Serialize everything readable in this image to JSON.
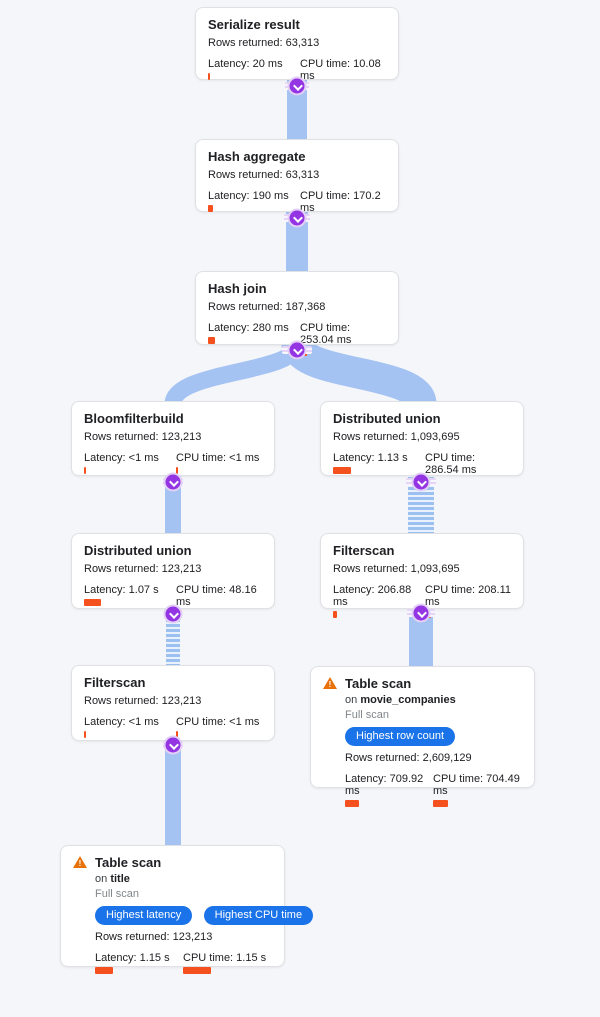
{
  "theme": {
    "background": "#f5f6fa",
    "flow_band_blue": "#a4c3f3",
    "collapse_purple": "#9435e4",
    "metric_bar_orange": "#f4511e",
    "badge_blue": "#1a73e8",
    "warning_orange": "#e8710a"
  },
  "icons": {
    "collapse": "chevron-down-icon",
    "warning": "warning-triangle-icon"
  },
  "nodes": {
    "serialize": {
      "title": "Serialize result",
      "rows": "Rows returned: 63,313",
      "latency": "Latency: 20 ms",
      "cpu": "CPU time: 10.08 ms",
      "latency_bar": 2,
      "cpu_bar": 2
    },
    "hash_aggregate": {
      "title": "Hash aggregate",
      "rows": "Rows returned: 63,313",
      "latency": "Latency: 190 ms",
      "cpu": "CPU time: 170.2 ms",
      "latency_bar": 5,
      "cpu_bar": 5
    },
    "hash_join": {
      "title": "Hash join",
      "rows": "Rows returned: 187,368",
      "latency": "Latency: 280 ms",
      "cpu": "CPU time: 253.04 ms",
      "latency_bar": 7,
      "cpu_bar": 7
    },
    "bloomfilterbuild": {
      "title": "Bloomfilterbuild",
      "rows": "Rows returned: 123,213",
      "latency": "Latency: <1 ms",
      "cpu": "CPU time: <1 ms",
      "latency_bar": 2,
      "cpu_bar": 2
    },
    "distributed_union_right": {
      "title": "Distributed union",
      "rows": "Rows returned: 1,093,695",
      "latency": "Latency: 1.13 s",
      "cpu": "CPU time: 286.54 ms",
      "latency_bar": 18,
      "cpu_bar": 7
    },
    "distributed_union_left": {
      "title": "Distributed union",
      "rows": "Rows returned: 123,213",
      "latency": "Latency: 1.07 s",
      "cpu": "CPU time: 48.16 ms",
      "latency_bar": 17,
      "cpu_bar": 3
    },
    "filterscan_right": {
      "title": "Filterscan",
      "rows": "Rows returned: 1,093,695",
      "latency": "Latency: 206.88 ms",
      "cpu": "CPU time: 208.11 ms",
      "latency_bar": 4,
      "cpu_bar": 6
    },
    "filterscan_left": {
      "title": "Filterscan",
      "rows": "Rows returned: 123,213",
      "latency": "Latency: <1 ms",
      "cpu": "CPU time: <1 ms",
      "latency_bar": 2,
      "cpu_bar": 2
    },
    "table_scan_right": {
      "title": "Table scan",
      "on_prefix": "on",
      "table": "movie_companies",
      "scan_type": "Full scan",
      "badges": [
        "Highest row count"
      ],
      "rows": "Rows returned: 2,609,129",
      "latency": "Latency: 709.92 ms",
      "cpu": "CPU time: 704.49 ms",
      "latency_bar": 14,
      "cpu_bar": 15
    },
    "table_scan_left": {
      "title": "Table scan",
      "on_prefix": "on",
      "table": "title",
      "scan_type": "Full scan",
      "badges": [
        "Highest latency",
        "Highest CPU time"
      ],
      "rows": "Rows returned: 123,213",
      "latency": "Latency: 1.15 s",
      "cpu": "CPU time: 1.15 s",
      "latency_bar": 18,
      "cpu_bar": 28
    }
  }
}
